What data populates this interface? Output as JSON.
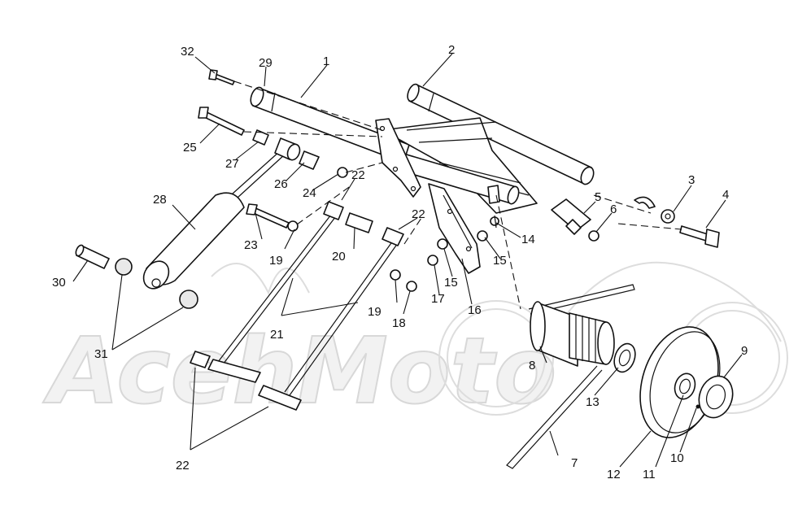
{
  "watermark": {
    "logo_text": "AcehMoto"
  },
  "callouts": [
    "1",
    "2",
    "3",
    "4",
    "5",
    "6",
    "7",
    "8",
    "9",
    "10",
    "11",
    "12",
    "13",
    "14",
    "15",
    "15",
    "16",
    "17",
    "18",
    "19",
    "19",
    "20",
    "21",
    "22",
    "22",
    "22",
    "23",
    "24",
    "25",
    "26",
    "27",
    "28",
    "29",
    "30",
    "31",
    "32"
  ]
}
